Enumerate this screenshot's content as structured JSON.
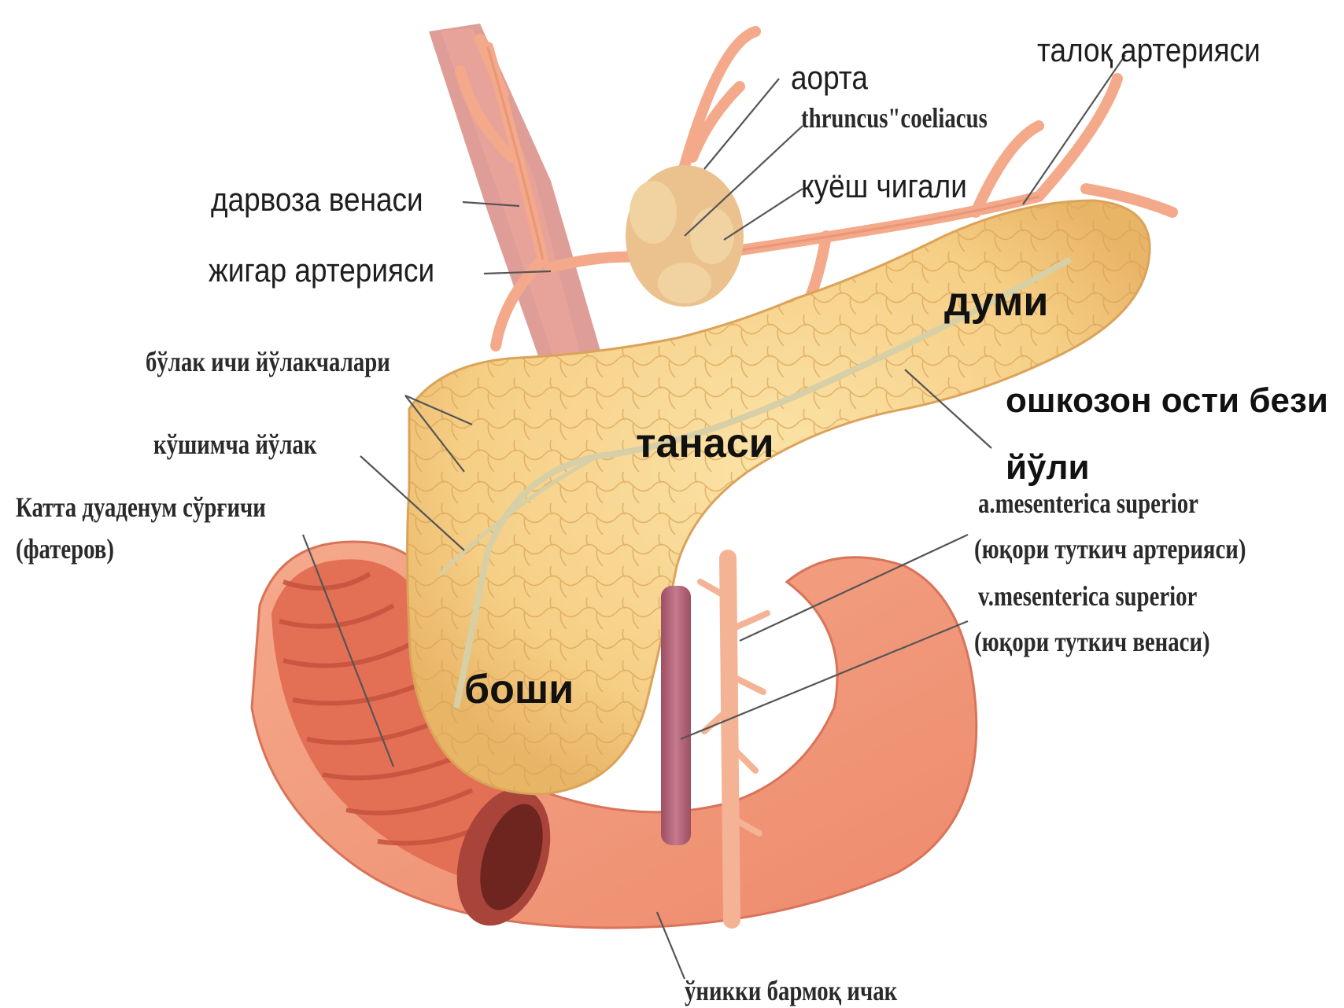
{
  "diagram": {
    "labels": {
      "aorta": "аорта",
      "truncus": "thruncus\"coeliacus",
      "spleen_artery": "талоқ артерияси",
      "portal_vein": "дарвоза венаси",
      "solar_plexus": "куёш чигали",
      "liver_artery": "жигар артерияси",
      "tail": "думи",
      "lobular_ducts": "бўлак ичи йўлакчалари",
      "pancreatic_duct_1": "ошкозон ости бези",
      "pancreatic_duct_2": "йўли",
      "accessory_duct": "кўшимча йўлак",
      "body": "танаси",
      "papilla_1": "Катта дуаденум сўрғичи",
      "papilla_2": "(фатеров)",
      "sma_1": "a.mesenterica superior",
      "sma_2": "(юқори туткич артерияси)",
      "smv_1": "v.mesenterica superior",
      "smv_2": "(юқори туткич венаси)",
      "head": "боши",
      "duodenum": "ўникки бармоқ ичак"
    },
    "colors": {
      "pancreas": "#f6cf86",
      "pancreas_lobule_lines": "#d9a355",
      "duodenum": "#f29a7c",
      "duodenum_inner": "#d8614a",
      "artery": "#f3a98a",
      "vein": "#b8657a",
      "aorta_tissue": "#e9b98f",
      "label_text": "#1e1e1e"
    }
  }
}
